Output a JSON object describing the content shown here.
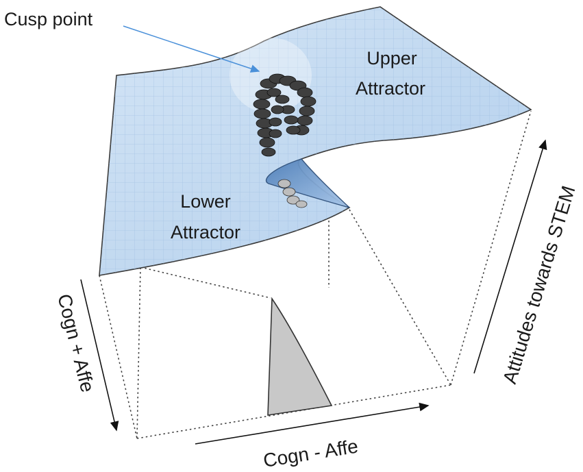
{
  "labels": {
    "cusp_point": "Cusp point",
    "upper_attractor_line1": "Upper",
    "upper_attractor_line2": "Attractor",
    "lower_attractor_line1": "Lower",
    "lower_attractor_line2": "Attractor",
    "axis_vertical": "Attitudes towards STEM",
    "axis_left": "Cogn  + Affe",
    "axis_bottom": "Cogn - Affe"
  },
  "colors": {
    "surface_fill": "#c7dcf2",
    "surface_fold": "#9fc1e6",
    "grid": "#9bbbe0",
    "edge": "#3a3a3a",
    "pointer_arrow": "#4a90d9",
    "cusp_region": "#c8c8c8"
  }
}
